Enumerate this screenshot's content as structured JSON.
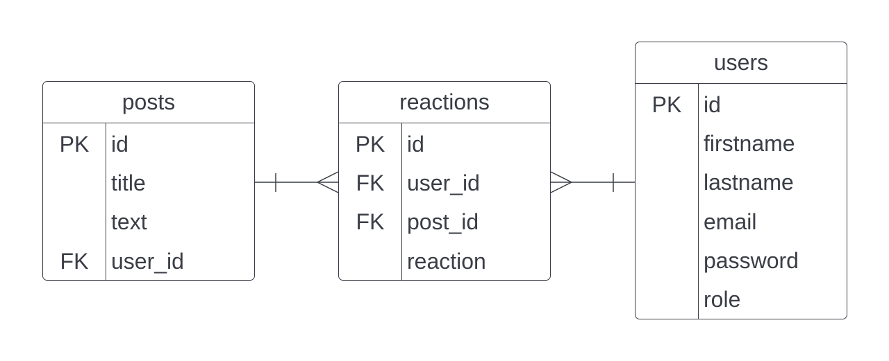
{
  "entities": {
    "posts": {
      "name": "posts",
      "rows": [
        {
          "key": "PK",
          "field": "id"
        },
        {
          "key": "",
          "field": "title"
        },
        {
          "key": "",
          "field": "text"
        },
        {
          "key": "FK",
          "field": "user_id"
        }
      ]
    },
    "reactions": {
      "name": "reactions",
      "rows": [
        {
          "key": "PK",
          "field": "id"
        },
        {
          "key": "FK",
          "field": "user_id"
        },
        {
          "key": "FK",
          "field": "post_id"
        },
        {
          "key": "",
          "field": "reaction"
        }
      ]
    },
    "users": {
      "name": "users",
      "rows": [
        {
          "key": "PK",
          "field": "id"
        },
        {
          "key": "",
          "field": "firstname"
        },
        {
          "key": "",
          "field": "lastname"
        },
        {
          "key": "",
          "field": "email"
        },
        {
          "key": "",
          "field": "password"
        },
        {
          "key": "",
          "field": "role"
        }
      ]
    }
  },
  "relationships": [
    {
      "from": "posts",
      "to": "reactions",
      "from_cardinality": "one",
      "to_cardinality": "many"
    },
    {
      "from": "reactions",
      "to": "users",
      "from_cardinality": "many",
      "to_cardinality": "one"
    }
  ],
  "colors": {
    "stroke": "#3a3d46",
    "background": "#ffffff"
  }
}
